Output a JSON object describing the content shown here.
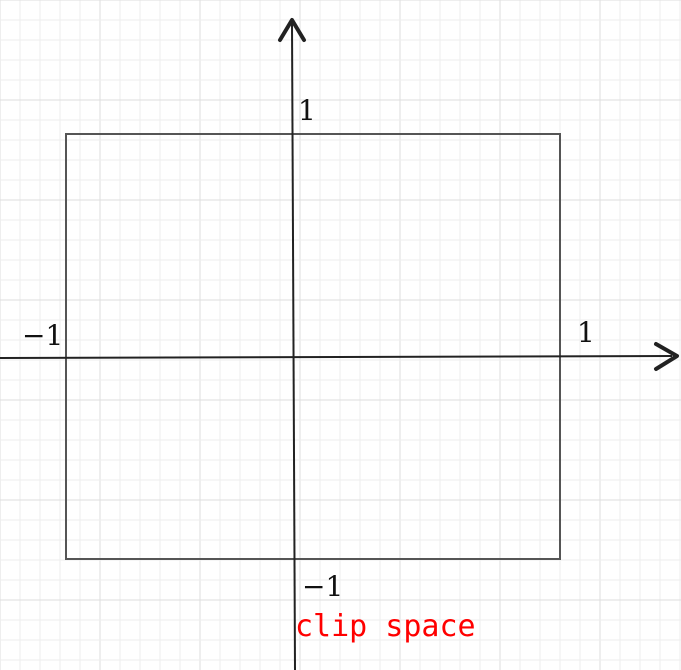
{
  "diagram": {
    "x_axis_labels": {
      "negative": "−1",
      "positive": "1"
    },
    "y_axis_labels": {
      "positive": "1",
      "negative": "−1"
    },
    "caption": "clip space",
    "colors": {
      "grid_minor": "#eeeeee",
      "grid_major": "#dedede",
      "stroke": "#222222",
      "box": "#555555",
      "caption": "#ff0000"
    }
  }
}
